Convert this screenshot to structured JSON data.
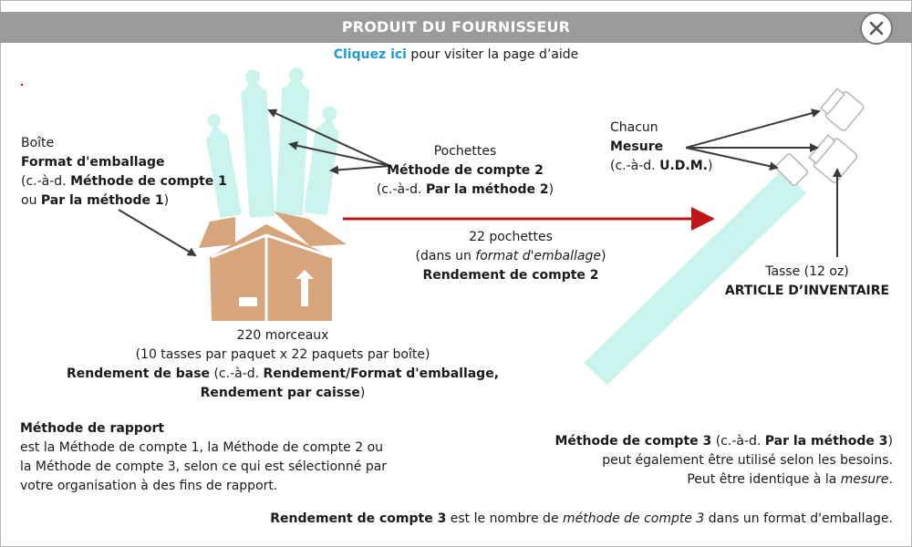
{
  "window": {
    "title": "PRODUIT DU FOURNISSEUR",
    "close_icon": "close-circle-icon"
  },
  "help": {
    "link_text": "Cliquez ici",
    "rest_text": " pour visiter la page d’aide"
  },
  "box_label": {
    "line1": "Boîte",
    "line2": "Format d'emballage",
    "line3_prefix": "(c.-à-d. ",
    "line3_bold": "Méthode de compte 1",
    "line4_prefix": "ou ",
    "line4_bold": "Par la méthode 1",
    "line4_suffix": ")"
  },
  "pouches_label": {
    "line1": "Pochettes",
    "line2": "Méthode de compte 2",
    "line3_prefix": "(c.-à-d. ",
    "line3_bold": "Par la méthode 2",
    "line3_suffix": ")"
  },
  "each_label": {
    "line1": "Chacun",
    "line2": "Mesure",
    "line3_prefix": "(c.-à-d. ",
    "line3_bold": "U.D.M.",
    "line3_suffix": ")"
  },
  "yield2_label": {
    "line1": "22 pochettes",
    "line2_prefix": "(dans un ",
    "line2_italic": "format d'emballage",
    "line2_suffix": ")",
    "line3": "Rendement de compte 2"
  },
  "cup_label": {
    "line1": "Tasse (12 oz)",
    "line2": "ARTICLE D’INVENTAIRE"
  },
  "base_yield_label": {
    "line1": "220 morceaux",
    "line2": "(10 tasses par paquet x 22 paquets par boîte)",
    "line3_bold": "Rendement de base",
    "line3_normal": " (c.-à-d. ",
    "line3_bold2": "Rendement/Format d'emballage,",
    "line4_bold": "Rendement par caisse",
    "line4_suffix": ")"
  },
  "report_method": {
    "title": "Méthode de rapport",
    "line1": "est la Méthode de compte 1, la Méthode de compte 2 ou",
    "line2": "la Méthode de compte 3, selon ce qui est sélectionné par",
    "line3": "votre organisation à des fins de rapport."
  },
  "method3": {
    "bold1": "Méthode de compte 3",
    "normal1": " (c.-à-d. ",
    "bold2": "Par la méthode 3",
    "normal2": ")",
    "line2": "peut également être utilisé selon les besoins.",
    "line3_prefix": "Peut être identique à la ",
    "line3_italic": "mesure",
    "line3_suffix": "."
  },
  "yield3": {
    "bold": "Rendement de compte 3",
    "normal1": " est le nombre de ",
    "italic": "méthode de compte 3",
    "normal2": " dans un format d'emballage."
  },
  "colors": {
    "titlebar": "#9b9b9b",
    "link": "#1f9bd1",
    "mint": "#c9f3ec",
    "box": "#d6a57c",
    "red_arrow": "#c0151b",
    "arrow_gray": "#3a3a3a"
  }
}
